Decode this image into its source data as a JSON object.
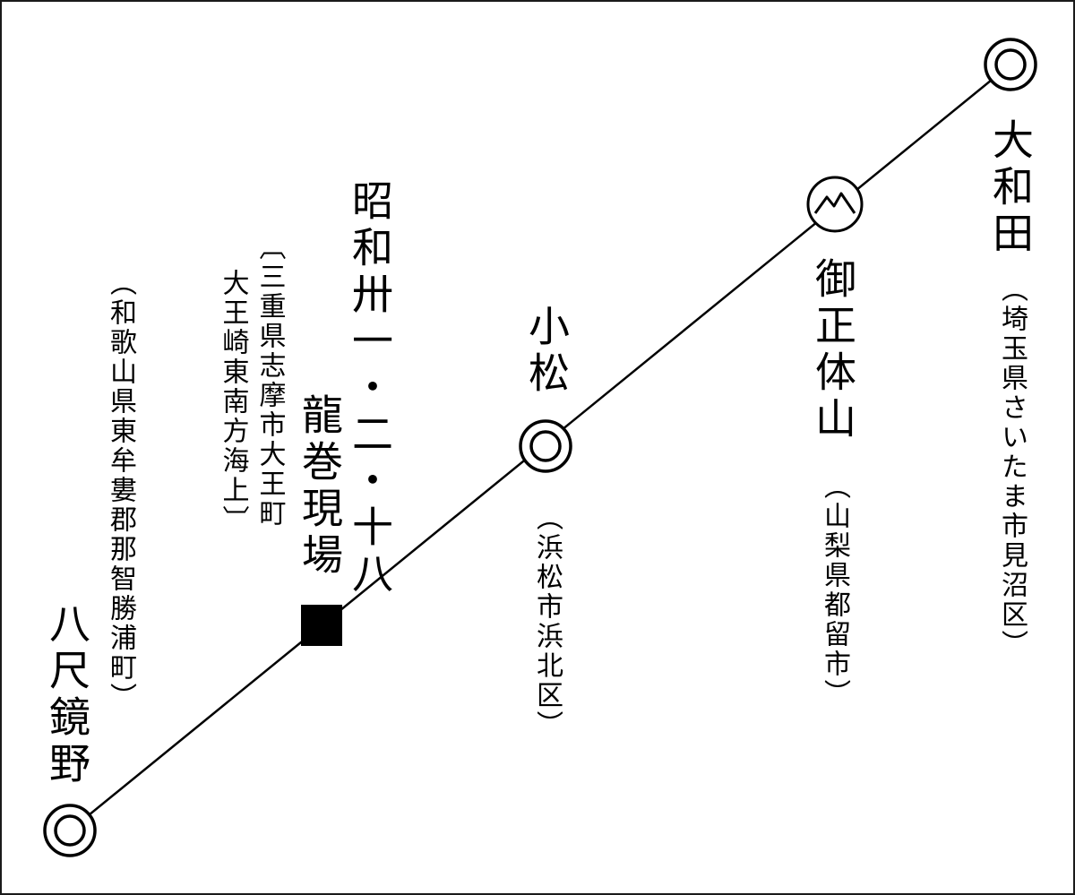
{
  "stations": [
    {
      "id": "owada",
      "name": "大和田",
      "address": "（埼玉県さいたま市見沼区）",
      "marker": "double-circle"
    },
    {
      "id": "goshotai",
      "name": "御正体山",
      "address": "（山梨県都留市）",
      "marker": "mountain-circle"
    },
    {
      "id": "komatsu",
      "name": "小松",
      "address": "（浜松市浜北区）",
      "marker": "double-circle"
    },
    {
      "id": "tatsumaki",
      "name_lines": [
        "昭和卅一・二・十八",
        "龍巻現場"
      ],
      "address_lines": [
        "〔三重県志摩市大王町",
        "大王崎東南方海上〕"
      ],
      "marker": "filled-square"
    },
    {
      "id": "yatakagamino",
      "name": "八尺鏡野",
      "address": "（和歌山県東牟婁郡那智勝浦町）",
      "marker": "double-circle"
    }
  ],
  "colors": {
    "line": "#000000",
    "border": "#1a1a1a",
    "background": "#ffffff"
  }
}
